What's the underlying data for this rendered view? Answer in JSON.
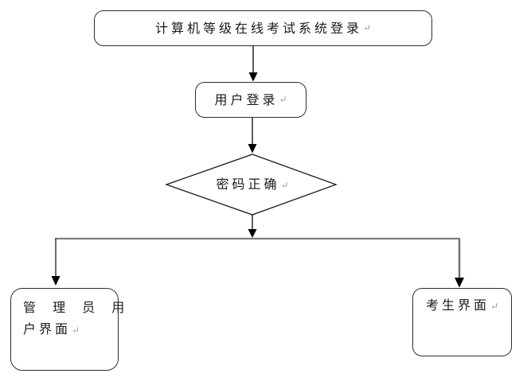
{
  "flowchart": {
    "return_mark": "↵",
    "nodes": {
      "start": {
        "label": "计算机等级在线考试系统登录",
        "shape": "rounded-rect"
      },
      "user_login": {
        "label": "用户登录",
        "shape": "rounded-rect"
      },
      "password_check": {
        "label": "密码正确",
        "shape": "diamond"
      },
      "admin_ui": {
        "label": "管理员用户界面",
        "line1": "管 理 员 用",
        "line2": "户界面",
        "shape": "rounded-rect"
      },
      "examinee_ui": {
        "label": "考生界面",
        "shape": "rounded-rect"
      }
    },
    "colors": {
      "background": "#ffffff",
      "node_border": "#2e2e2e",
      "connector": "#1a1a1a",
      "branch_trunk": "#7f7f7f",
      "arrowhead": "#000000",
      "text": "#1a1a1a",
      "return_mark": "#9b9b9b"
    }
  }
}
